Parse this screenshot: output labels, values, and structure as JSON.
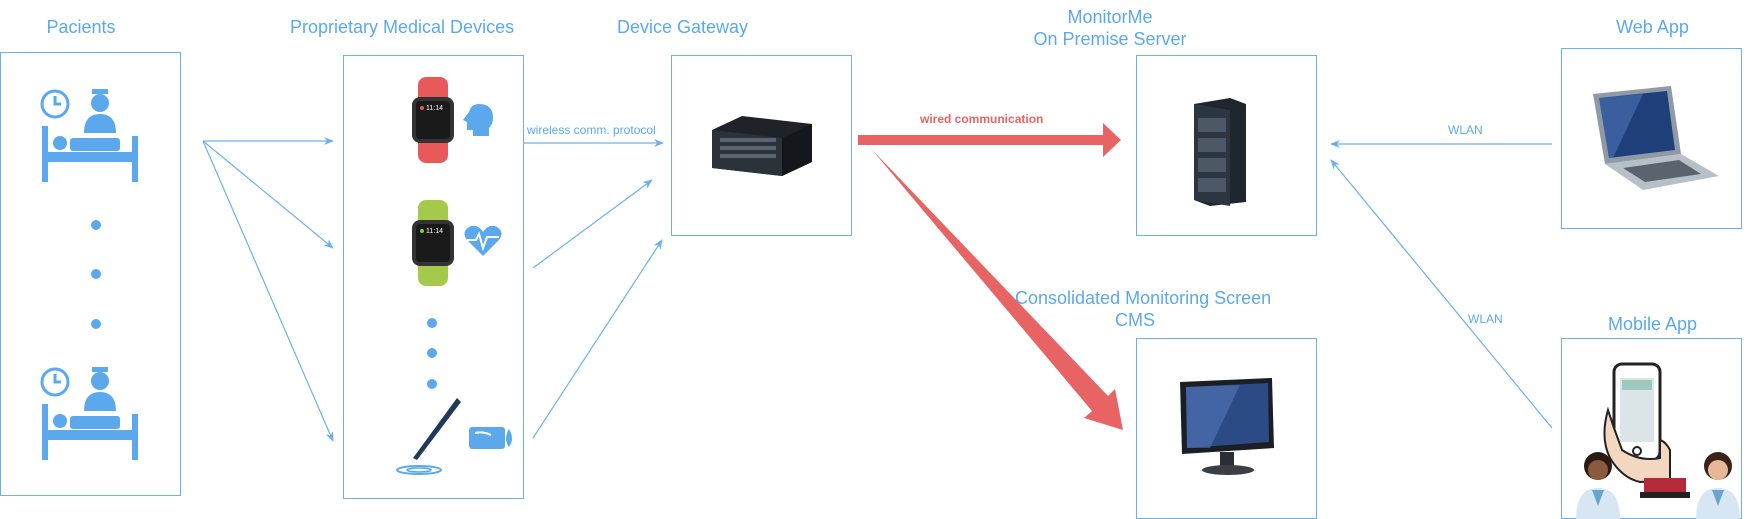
{
  "titles": {
    "patients": "Pacients",
    "devices": "Proprietary Medical Devices",
    "gateway": "Device Gateway",
    "server_line1": "MonitorMe",
    "server_line2": "On Premise Server",
    "cms_line1": "Consolidated Monitoring Screen",
    "cms_line2": "CMS",
    "webapp": "Web App",
    "mobileapp": "Mobile App"
  },
  "labels": {
    "wireless": "wireless comm. protocol",
    "wired": "wired communication",
    "wlan_web": "WLAN",
    "wlan_mobile": "WLAN"
  },
  "watch_time": "11:14",
  "colors": {
    "blue": "#5ba9ec",
    "line": "#6db1ec",
    "red": "#e86464"
  },
  "icons": [
    "clock-icon",
    "nurse-icon",
    "bed-icon",
    "smartwatch-icon",
    "breathing-icon",
    "heart-pulse-icon",
    "pen-sensor-icon",
    "glucose-icon",
    "rack-server-icon",
    "tower-server-icon",
    "monitor-icon",
    "laptop-icon",
    "phone-hand-icon",
    "doctor-icon"
  ]
}
